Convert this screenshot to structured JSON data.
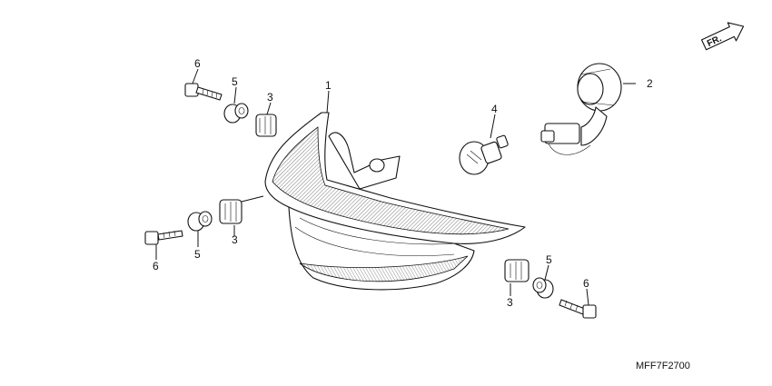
{
  "diagram": {
    "callouts": {
      "c1": "1",
      "c2": "2",
      "c3a": "3",
      "c3b": "3",
      "c3c": "3",
      "c4": "4",
      "c5a": "5",
      "c5b": "5",
      "c5c": "5",
      "c6a": "6",
      "c6b": "6",
      "c6c": "6"
    },
    "direction_label": "FR.",
    "diagram_code": "MFF7F2700"
  }
}
